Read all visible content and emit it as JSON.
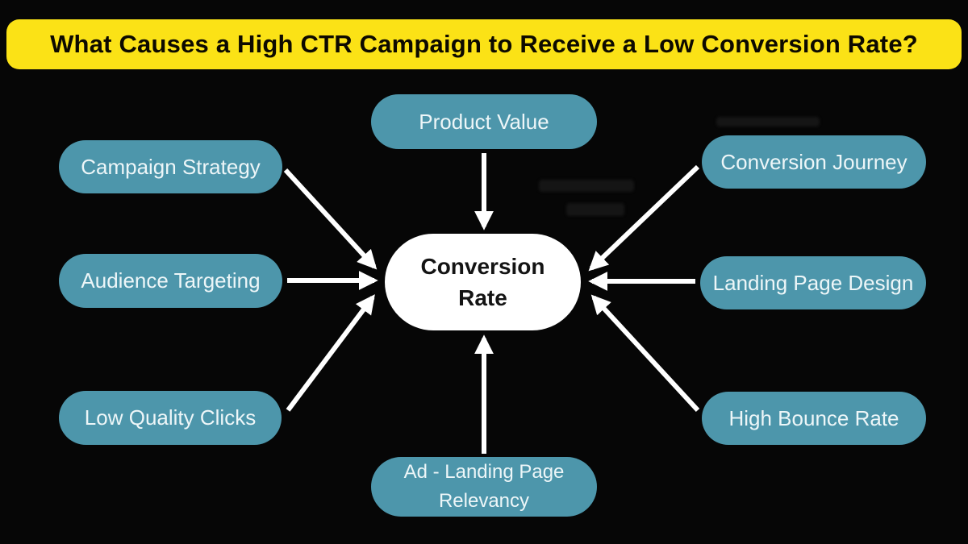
{
  "title": "What Causes a High CTR Campaign to Receive a Low Conversion Rate?",
  "center_node": {
    "label": "Conversion Rate"
  },
  "factor_nodes": [
    {
      "label": "Product Value",
      "position": "top"
    },
    {
      "label": "Campaign Strategy",
      "position": "left-top"
    },
    {
      "label": "Audience Targeting",
      "position": "left-middle"
    },
    {
      "label": "Low Quality Clicks",
      "position": "left-bottom"
    },
    {
      "label": "Ad - Landing Page Relevancy",
      "position": "bottom"
    },
    {
      "label": "Conversion Journey",
      "position": "right-top"
    },
    {
      "label": "Landing Page Design",
      "position": "right-middle"
    },
    {
      "label": "High Bounce Rate",
      "position": "right-bottom"
    }
  ],
  "colors": {
    "background": "#060606",
    "title_background": "#fbe216",
    "title_text": "#0d0a00",
    "node_fill": "#4d96ab",
    "node_text": "#edf6f8",
    "center_fill": "#ffffff",
    "center_text": "#141414",
    "arrow": "#ffffff"
  }
}
